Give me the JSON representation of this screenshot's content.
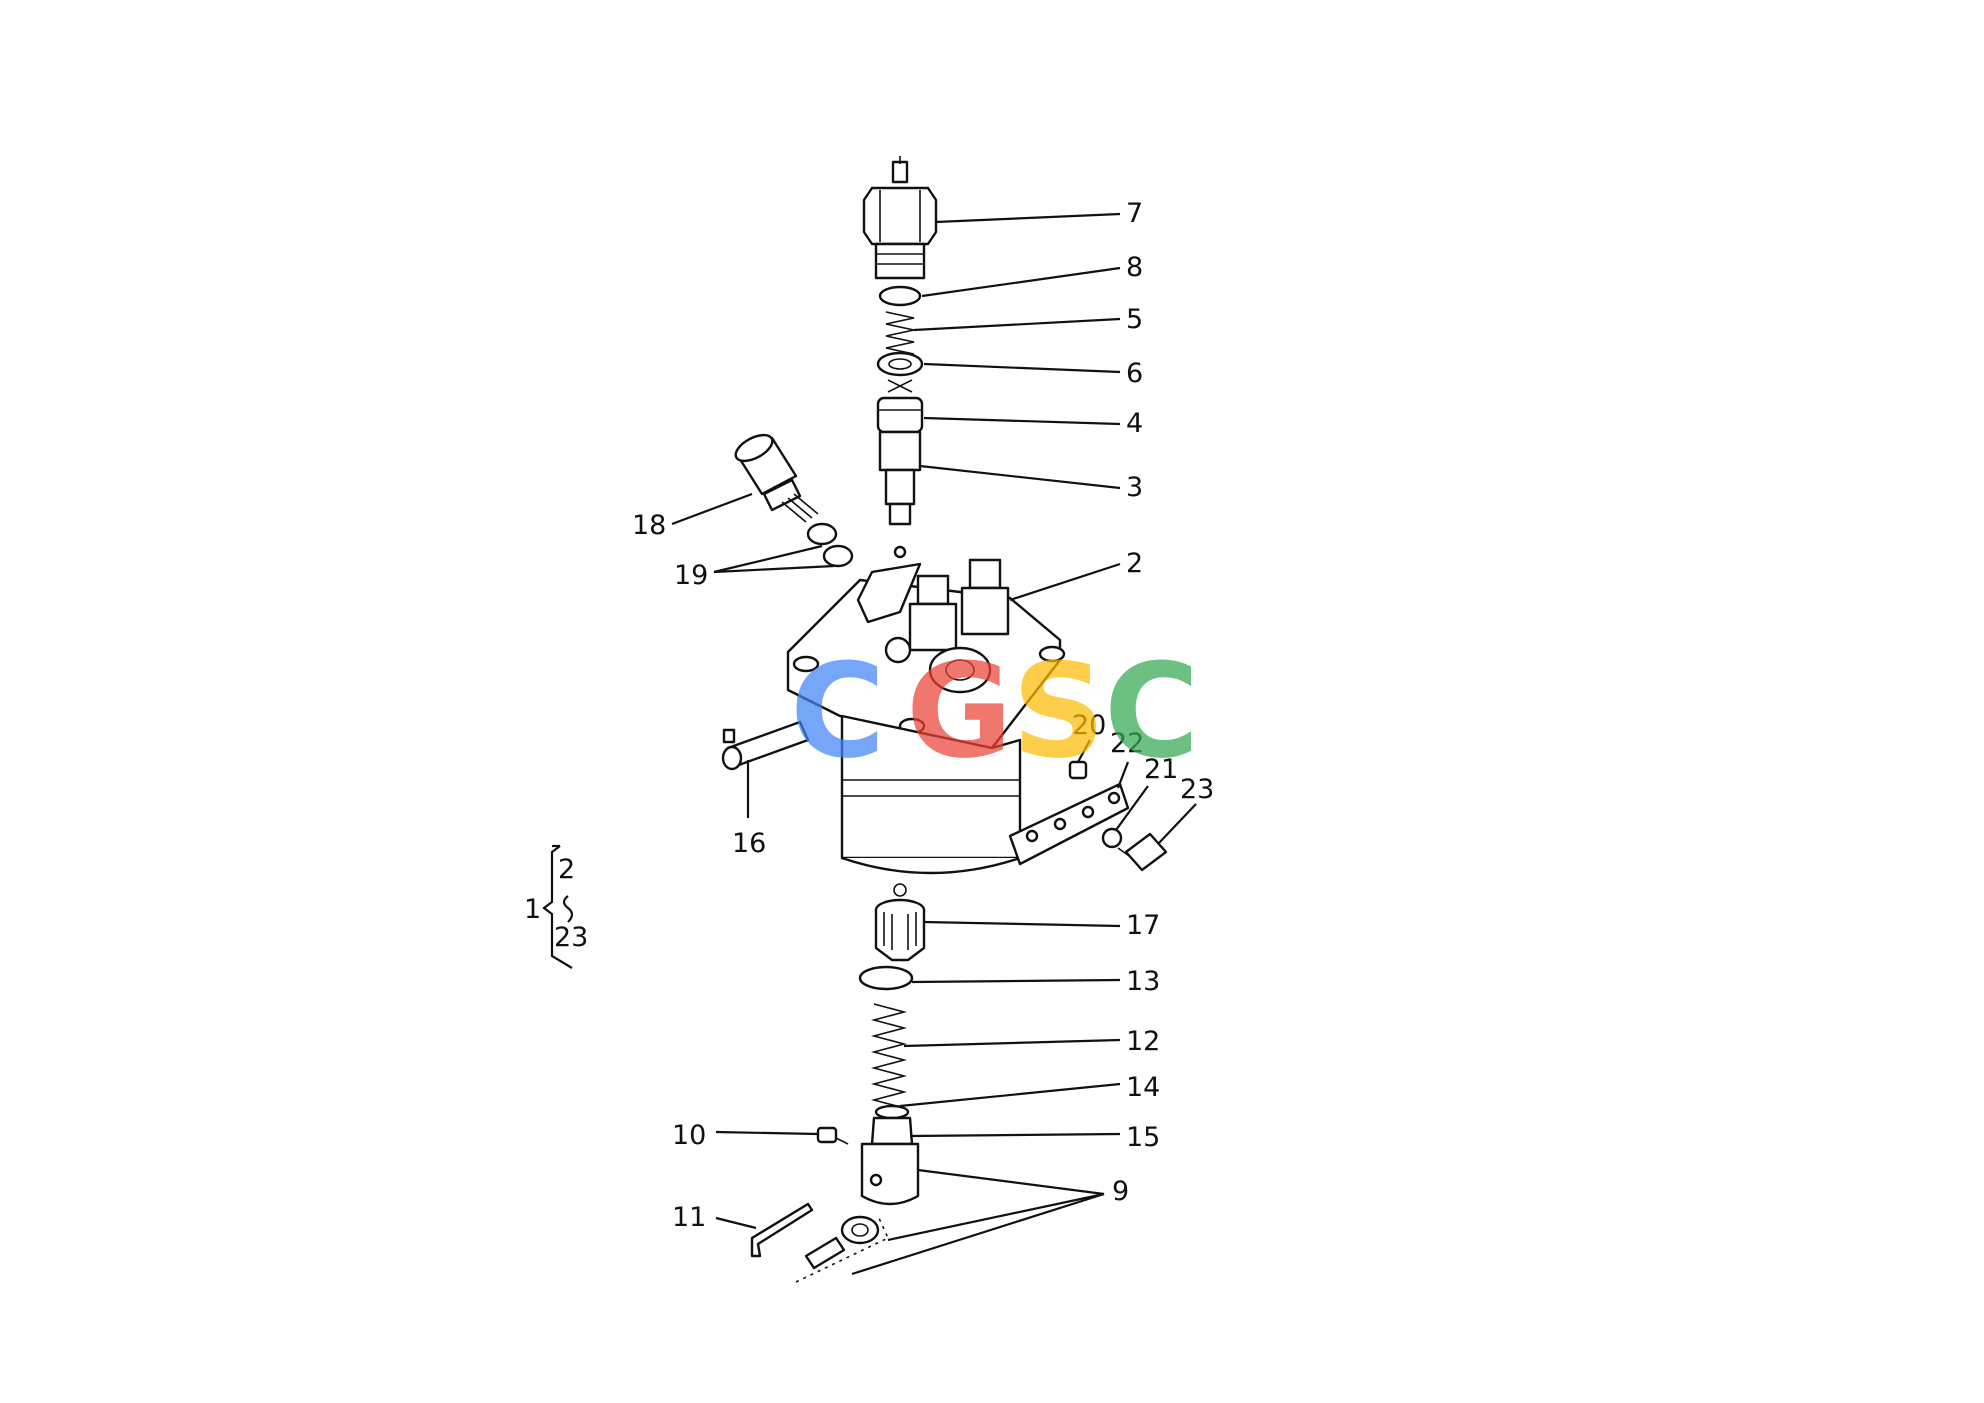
{
  "diagram": {
    "kind": "exploded parts diagram",
    "callouts": [
      "7",
      "8",
      "5",
      "6",
      "4",
      "3",
      "2",
      "18",
      "19",
      "20",
      "22",
      "21",
      "23",
      "16",
      "17",
      "13",
      "12",
      "14",
      "15",
      "10",
      "9",
      "11"
    ],
    "assembly_note": {
      "parent": "1",
      "range_start": "2",
      "range_end": "23"
    }
  },
  "watermark": {
    "letters": [
      "C",
      "G",
      "S",
      "C"
    ],
    "colors": [
      "#4285f4",
      "#ea4335",
      "#fbbc05",
      "#34a853"
    ]
  }
}
